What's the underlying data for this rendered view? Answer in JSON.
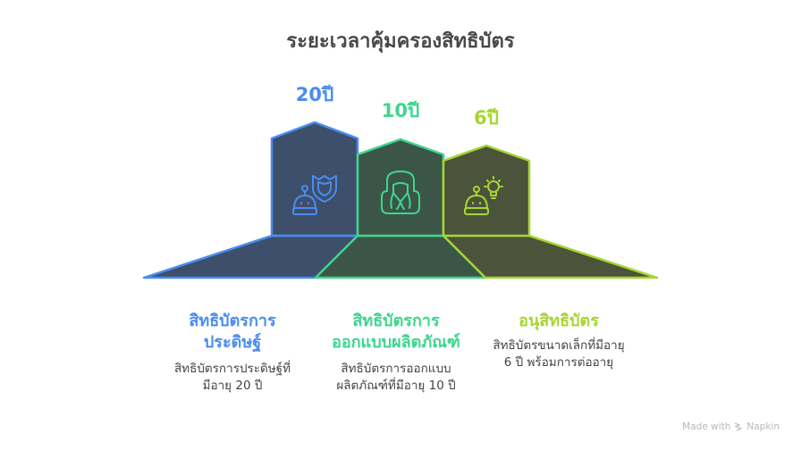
{
  "title": "ระยะเวลาคุ้มครองสิทธิบัตร",
  "items": [
    {
      "years": "20ปี",
      "heading": "สิทธิบัตรการประดิษฐ์",
      "heading_lines": [
        "สิทธิบัตรการ",
        "ประดิษฐ์"
      ],
      "description_lines": [
        "สิทธิบัตรการประดิษฐ์ที่",
        "มีอายุ 20 ปี"
      ],
      "icon": "robot-shield-icon",
      "accent": "#4a8cf0",
      "fill": "#3d4f6b"
    },
    {
      "years": "10ปี",
      "heading": "สิทธิบัตรการออกแบบผลิตภัณฑ์",
      "heading_lines": [
        "สิทธิบัตรการ",
        "ออกแบบผลิตภัณฑ์"
      ],
      "description_lines": [
        "สิทธิบัตรการออกแบบ",
        "ผลิตภัณฑ์ที่มีอายุ 10 ปี"
      ],
      "icon": "car-seat-icon",
      "accent": "#3ed68c",
      "fill": "#3b5647"
    },
    {
      "years": "6ปี",
      "heading": "อนุสิทธิบัตร",
      "heading_lines": [
        "อนุสิทธิบัตร"
      ],
      "description_lines": [
        "สิทธิบัตรขนาดเล็กที่มีอายุ",
        "6 ปี พร้อมการต่ออายุ"
      ],
      "icon": "robot-lightbulb-icon",
      "accent": "#a6d631",
      "fill": "#4b533a"
    }
  ],
  "footer": {
    "made_with": "Made with",
    "brand": "Napkin"
  }
}
